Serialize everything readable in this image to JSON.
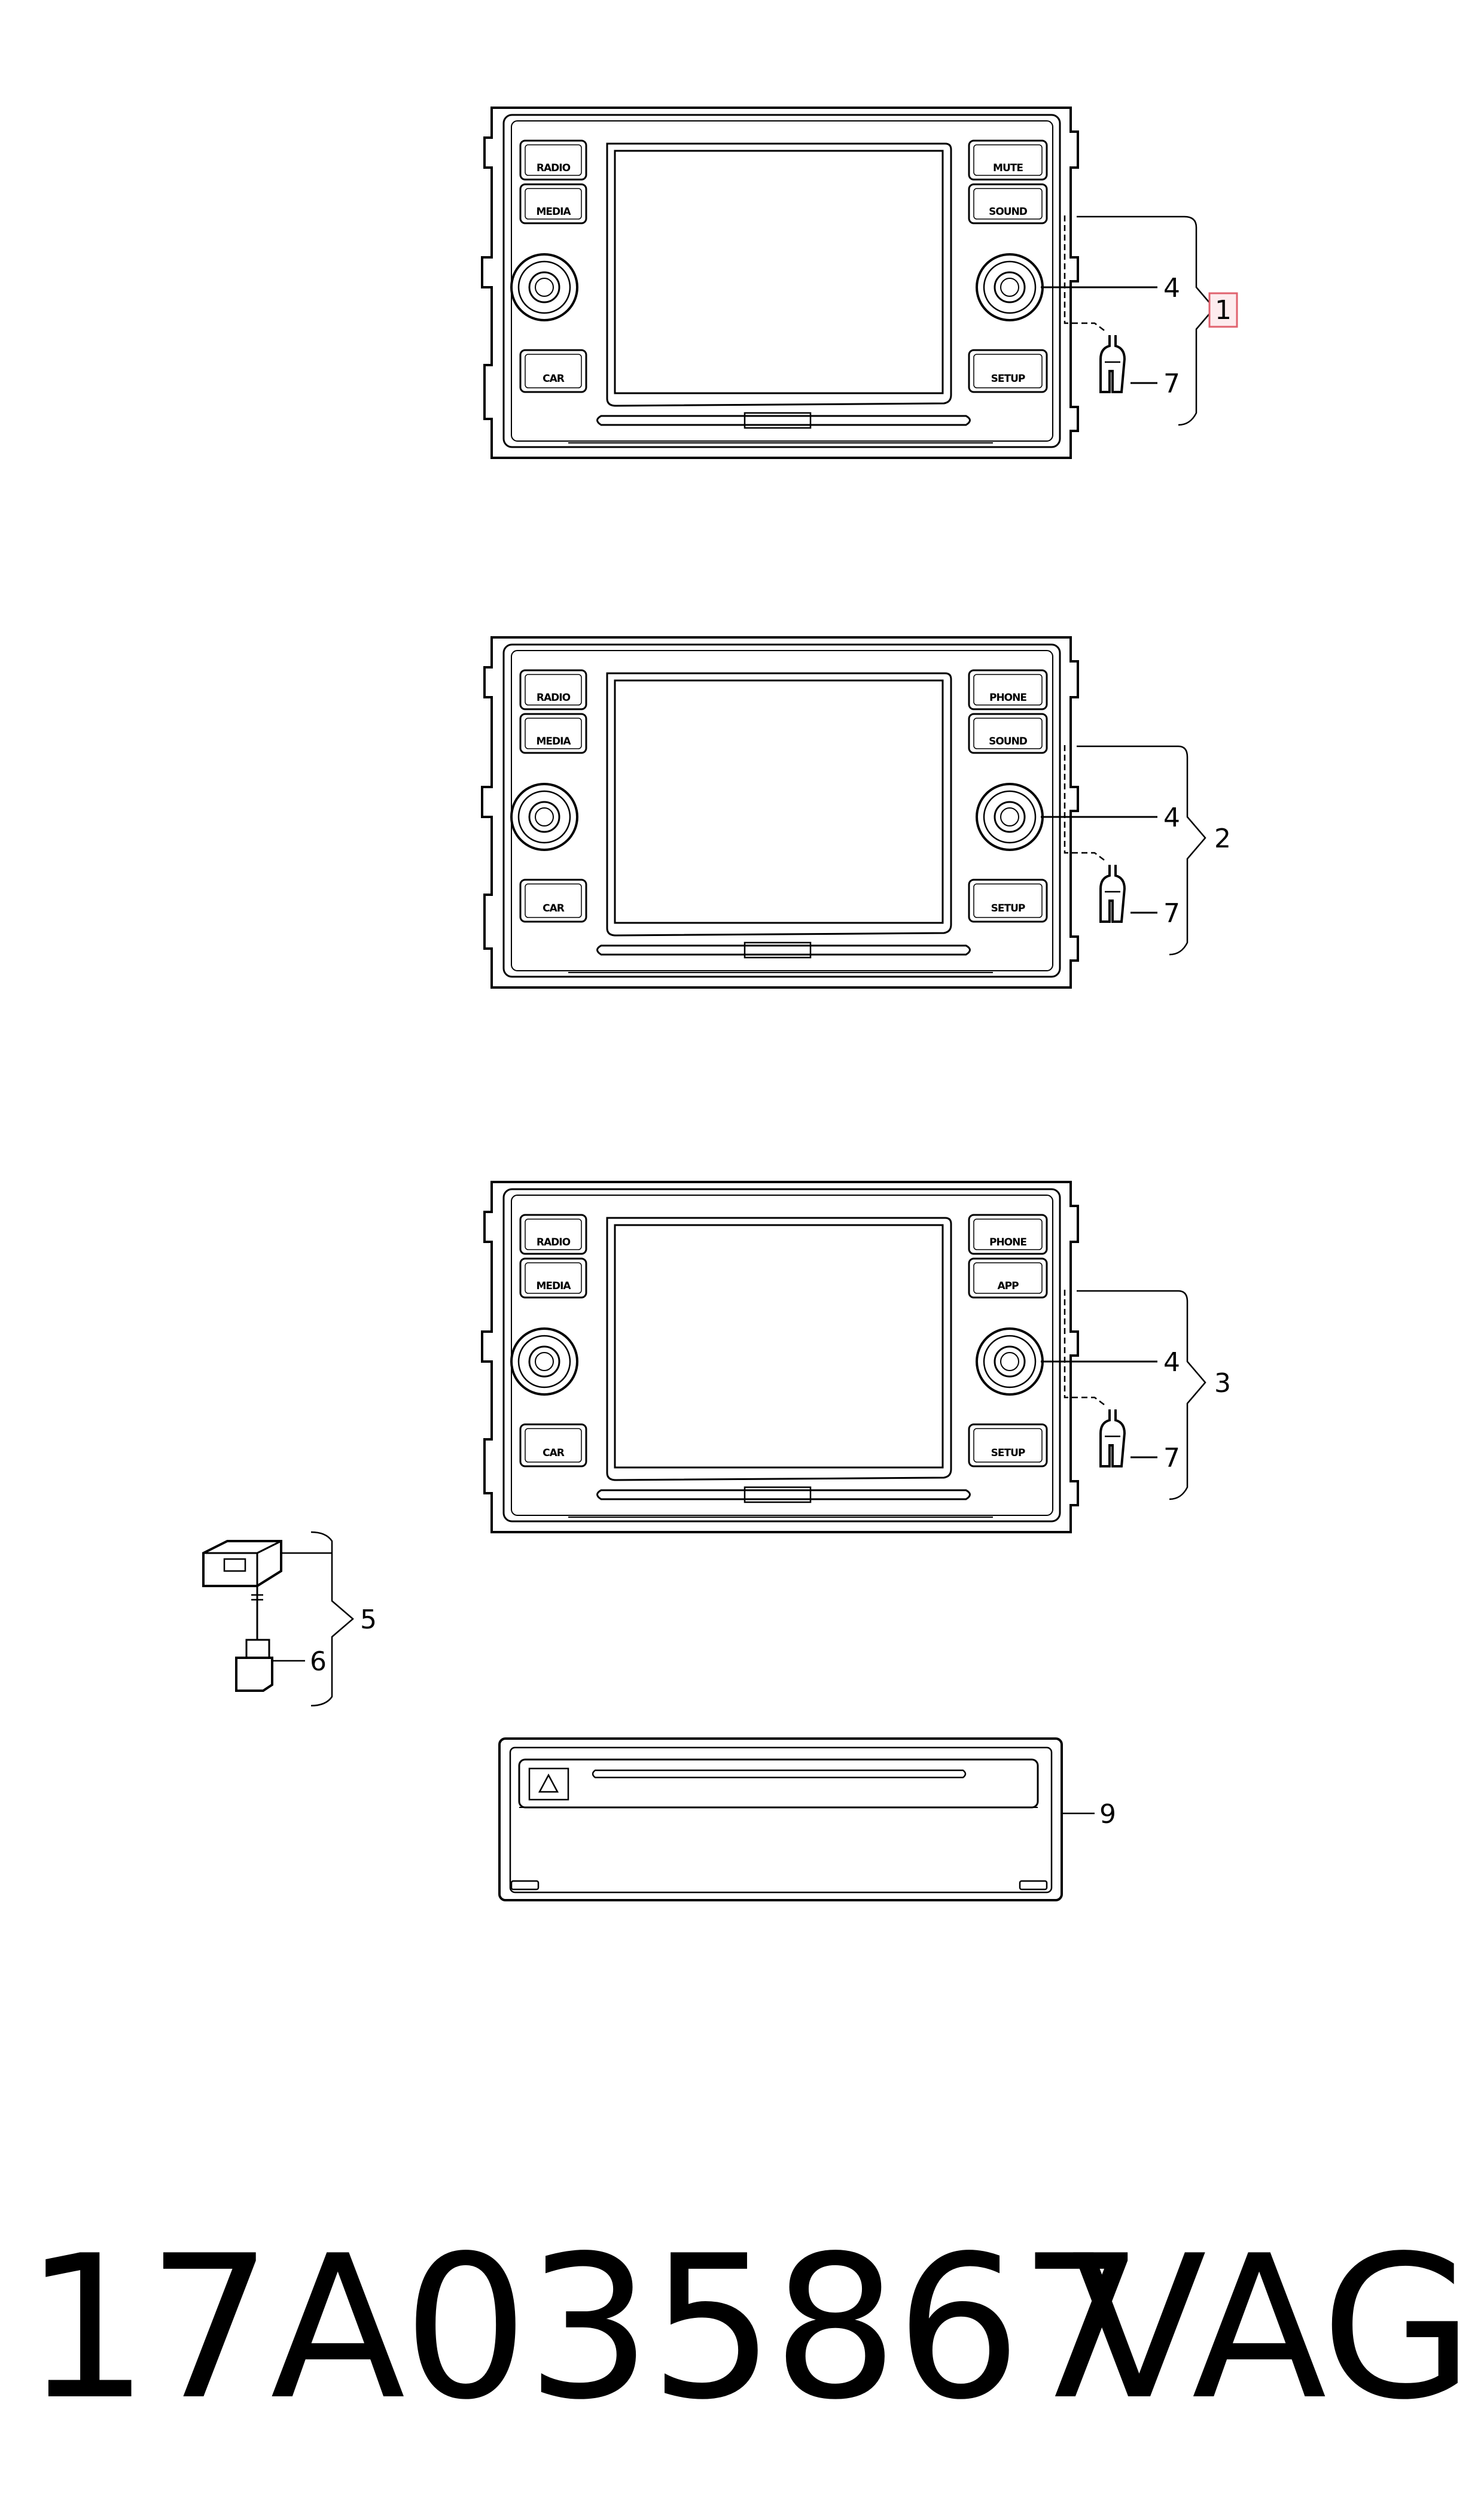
{
  "units": [
    {
      "buttons": {
        "top_left": "RADIO",
        "mid_left": "MEDIA",
        "bottom_left": "CAR",
        "top_right": "MUTE",
        "mid_right": "SOUND",
        "bottom_right": "SETUP"
      },
      "callouts": {
        "knob": "4",
        "connector": "7",
        "group": "1"
      }
    },
    {
      "buttons": {
        "top_left": "RADIO",
        "mid_left": "MEDIA",
        "bottom_left": "CAR",
        "top_right": "PHONE",
        "mid_right": "SOUND",
        "bottom_right": "SETUP"
      },
      "callouts": {
        "knob": "4",
        "connector": "7",
        "group": "2"
      }
    },
    {
      "buttons": {
        "top_left": "RADIO",
        "mid_left": "MEDIA",
        "bottom_left": "CAR",
        "top_right": "PHONE",
        "mid_right": "APP",
        "bottom_right": "SETUP"
      },
      "callouts": {
        "knob": "4",
        "connector": "7",
        "group": "3"
      }
    }
  ],
  "module": {
    "callout_group": "5",
    "callout_plug": "6"
  },
  "drive": {
    "callout": "9",
    "eject_icon": "eject-triangle-icon"
  },
  "footer": {
    "part_number": "17A035867",
    "brand": "VAG"
  },
  "colors": {
    "line": "#000000",
    "highlight_border": "#e0626e",
    "highlight_fill": "#fdecee"
  }
}
